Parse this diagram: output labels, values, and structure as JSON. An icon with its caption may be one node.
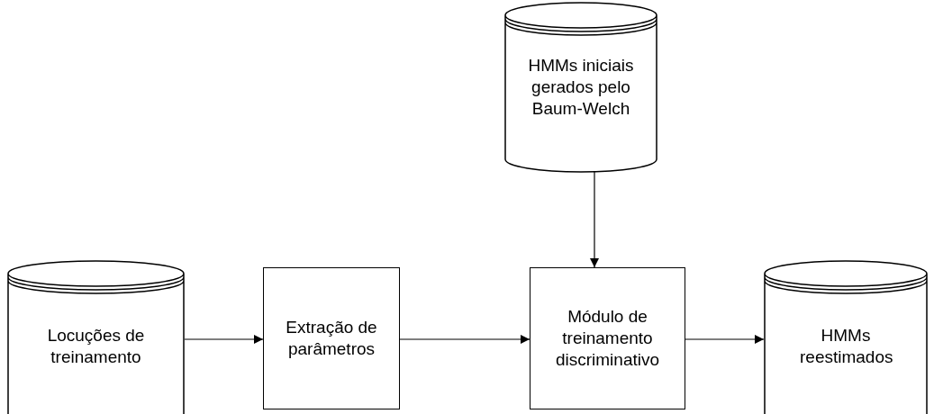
{
  "diagram": {
    "nodes": [
      {
        "text": [
          "Locuções de treinamento"
        ]
      },
      {
        "text": [
          "Extração de parâmetros"
        ]
      },
      {
        "text": [
          "Módulo de treinamento discriminativo"
        ]
      },
      {
        "text": [
          "HMMs reestimados"
        ]
      },
      {
        "text": [
          "HMMs iniciais gerados pelo Baum-Welch"
        ]
      }
    ],
    "edges": [
      {
        "from": 0,
        "to": 1,
        "arrow": "to"
      },
      {
        "from": 1,
        "to": 2,
        "arrow": "to"
      },
      {
        "from": 2,
        "to": 3,
        "arrow": "to"
      },
      {
        "from": 4,
        "to": 2,
        "arrow": "to"
      }
    ]
  }
}
